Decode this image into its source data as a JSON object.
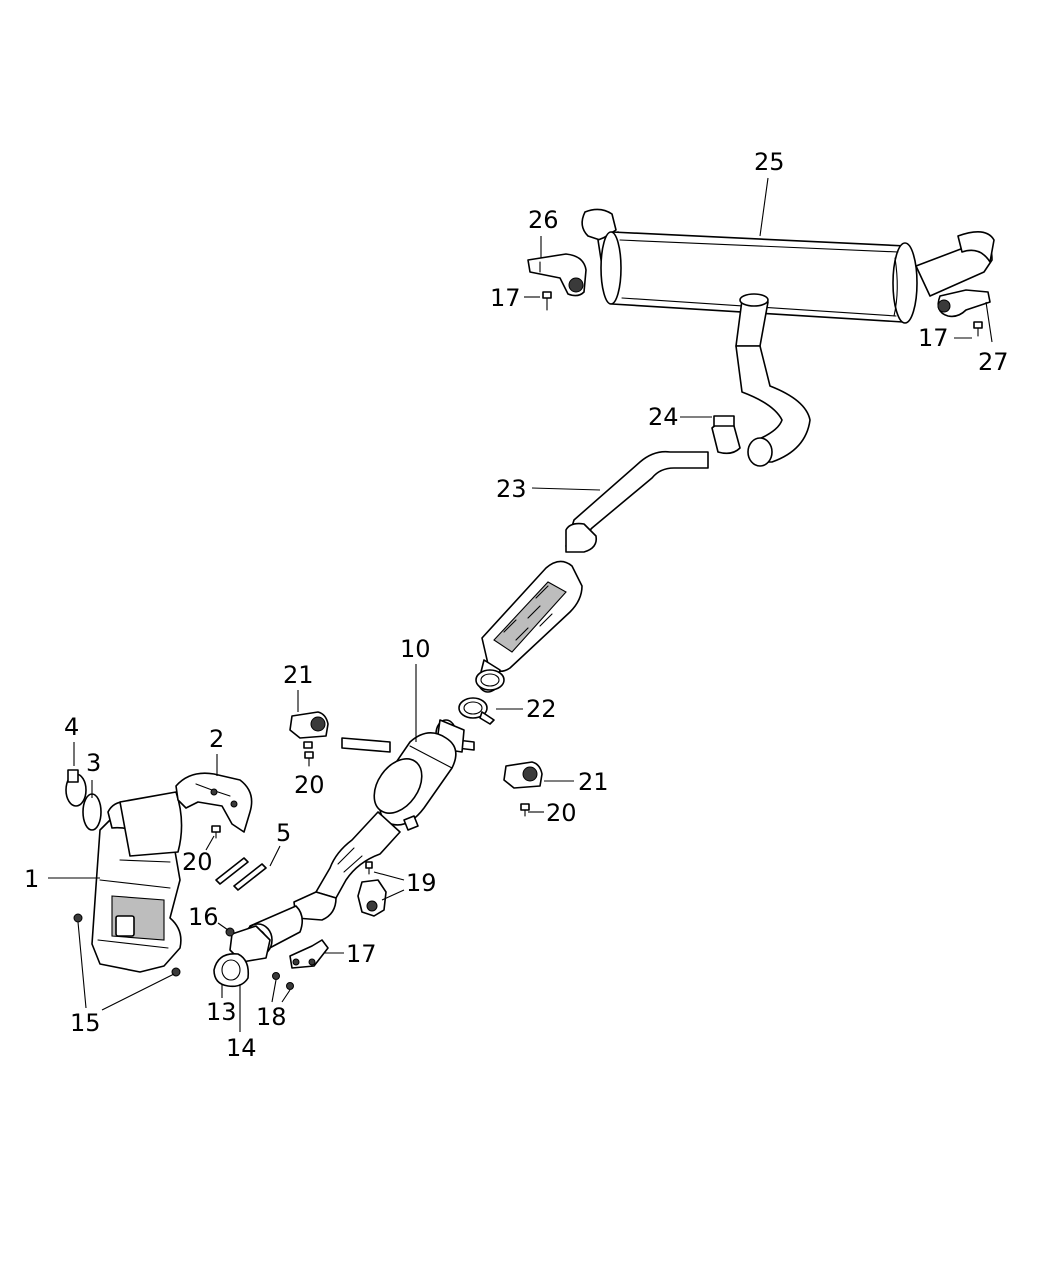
{
  "callouts": {
    "c1": "1",
    "c2": "2",
    "c3": "3",
    "c4": "4",
    "c5": "5",
    "c10": "10",
    "c13": "13",
    "c14": "14",
    "c15": "15",
    "c16": "16",
    "c17a": "17",
    "c17b": "17",
    "c17c": "17",
    "c18": "18",
    "c19": "19",
    "c20a": "20",
    "c20b": "20",
    "c20c": "20",
    "c21a": "21",
    "c21b": "21",
    "c22": "22",
    "c23": "23",
    "c24": "24",
    "c25": "25",
    "c26": "26",
    "c27": "27"
  }
}
